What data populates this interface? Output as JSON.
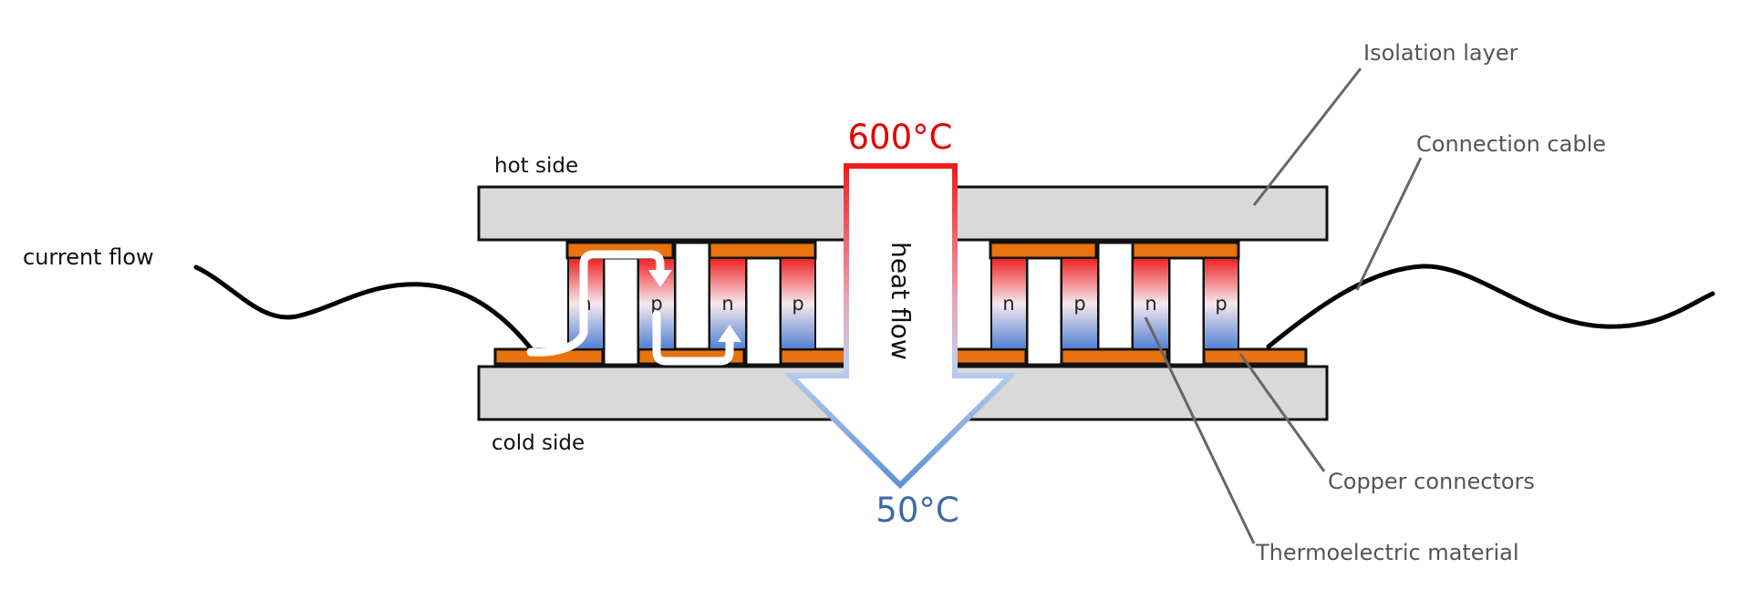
{
  "labels": {
    "current_flow": "current flow",
    "hot_side": "hot side",
    "cold_side": "cold side",
    "heat_flow": "heat flow",
    "hot_temp": "600°C",
    "cold_temp": "50°C"
  },
  "callouts": {
    "isolation_layer": "Isolation layer",
    "connection_cable": "Connection cable",
    "copper_connectors": "Copper connectors",
    "thermoelectric_material": "Thermoelectric material"
  },
  "legs": [
    {
      "label": "n"
    },
    {
      "label": "p"
    },
    {
      "label": "n"
    },
    {
      "label": "p"
    },
    {
      "label": "n"
    },
    {
      "label": "p"
    },
    {
      "label": "n"
    },
    {
      "label": "p"
    }
  ],
  "colors": {
    "hot": "#ee2020",
    "cold": "#5b8fd6",
    "hot_temp_text": "#e60000",
    "cold_temp_text": "#3e6aa6",
    "copper": "#e8730f",
    "plate": "#d9d9d9"
  }
}
